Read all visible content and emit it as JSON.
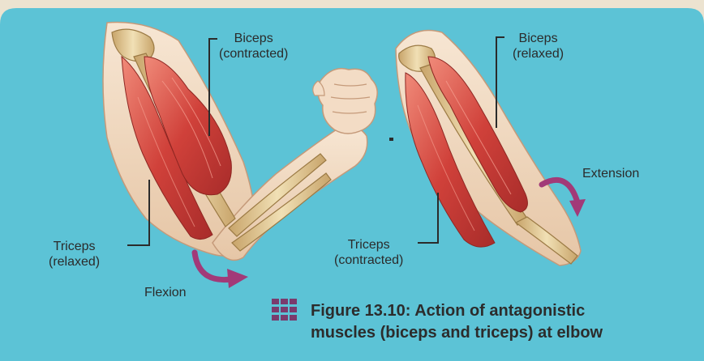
{
  "figure": {
    "caption_line1": "Figure 13.10: Action of antagonistic",
    "caption_line2": "muscles (biceps and triceps) at elbow",
    "icon": "grid-icon"
  },
  "left_panel": {
    "biceps_label": [
      "Biceps",
      "(contracted)"
    ],
    "triceps_label": [
      "Triceps",
      "(relaxed)"
    ],
    "motion_label": "Flexion"
  },
  "right_panel": {
    "biceps_label": [
      "Biceps",
      "(relaxed)"
    ],
    "triceps_label": [
      "Triceps",
      "(contracted)"
    ],
    "motion_label": "Extension"
  },
  "colors": {
    "background": "#5cc3d6",
    "page": "#ece3d0",
    "muscle": "#d0413a",
    "muscle_light": "#ef7c6e",
    "bone": "#e6d0a0",
    "skin": "#f3dcc5",
    "arrow": "#a23a78",
    "caption_icon": "#7a3b6d"
  }
}
